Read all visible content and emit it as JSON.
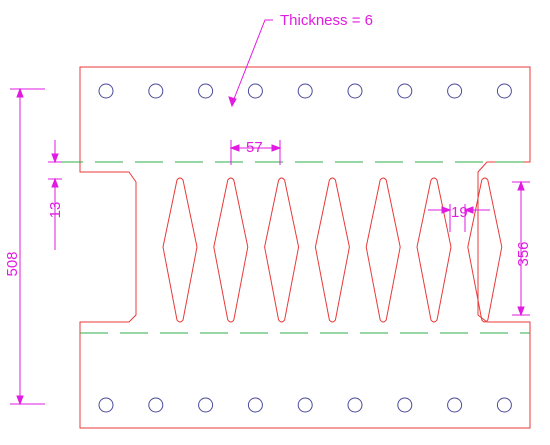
{
  "colors": {
    "outline": "#e83a3a",
    "dimension": "#e11be1",
    "centerline": "#2fae4b",
    "hole": "#4a4a9a",
    "background": "#ffffff"
  },
  "annotations": {
    "thickness_label": "Thickness = 6",
    "overall_height": "508",
    "flange_offset": "13",
    "slot_spacing": "57",
    "slot_width": "19",
    "web_height": "356"
  },
  "drawing": {
    "bolt_holes_per_row": 9,
    "bolt_rows": 2,
    "diamond_slots": 7
  }
}
